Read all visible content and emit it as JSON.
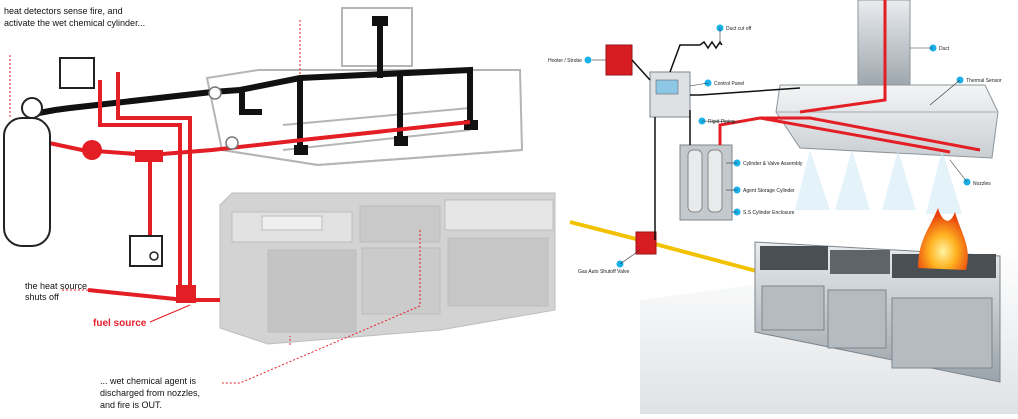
{
  "left_diagram": {
    "annotation_detect": [
      "heat detectors sense fire, and",
      "activate the wet chemical cylinder..."
    ],
    "annotation_shutoff": [
      "the heat source",
      "shuts off"
    ],
    "label_fuel": "fuel source",
    "annotation_discharge": [
      "... wet chemical agent is",
      "discharged from nozzles,",
      "and fire is OUT."
    ]
  },
  "right_diagram": {
    "labels": {
      "duct_cut_off": "Duct cut off",
      "duct": "Duct",
      "hooter_strobe": "Hooter / Strobe",
      "control_panel": "Control Panel",
      "thermal_sensor": "Thermal Sensor",
      "rigid_piping": "Rigid Piping",
      "cylinder_valve": "Cylinder & Valve Assembly",
      "agent_storage": "Agent Storage Cylinder",
      "ss_enclosure": "S.S Cylinder Enclosure",
      "nozzles": "Nozzles",
      "gas_shutoff": "Gas Auto Shutoff Valve"
    }
  },
  "colors": {
    "pipe_red": "#e31e24",
    "pipe_black": "#111111",
    "marker_cyan": "#1ab0e8",
    "gas_line": "#f2c200",
    "equipment_gray": "#d6d6d6"
  }
}
